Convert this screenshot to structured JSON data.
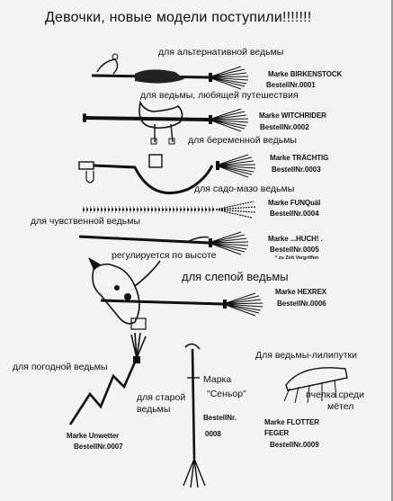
{
  "header": {
    "title": "Девочки, новые модели поступили!!!!!!!"
  },
  "items": [
    {
      "caption": "для альтернативной ведьмы",
      "brand": "Marke BIRKENSTOCK",
      "order": "BestellNr.0001"
    },
    {
      "caption": "для ведьмы, любящей путешествия",
      "brand": "Marke WITCHRIDER",
      "order": "BestellNr.0002"
    },
    {
      "caption": "для беременной ведьмы",
      "brand": "Marke TRÄCHTIG",
      "order": "BestellNr.0003"
    },
    {
      "caption": "для садо-мазо ведьмы",
      "brand": "Marke FUNQuäl",
      "order": "BestellNr.0004"
    },
    {
      "caption": "для чувственной ведьмы",
      "brand": "Marke ...HUCH! .",
      "order": "BestellNr.0005",
      "note": "* zu Zeit Vergriffen",
      "extra": "регулируется по высоте"
    },
    {
      "caption": "для слепой ведьмы",
      "brand": "Marke HEXREX",
      "order": "BestellNr.0006"
    },
    {
      "caption": "для погодной ведьмы",
      "brand": "Marke Unwetter",
      "order": "BestellNr.0007"
    },
    {
      "caption_line1": "для старой",
      "caption_line2": "ведьмы",
      "brand_line1": "Марка",
      "brand_line2": "\"Сеньор\"",
      "order_line1": "BestellNr.",
      "order_line2": "0008"
    },
    {
      "caption": "Для ведьмы-лилипутки",
      "caption2_line1": "пчелка среди",
      "caption2_line2": "мётел",
      "brand_line1": "Marke FLOTTER",
      "brand_line2": "FEGER",
      "order": "BestellNr.0009"
    }
  ]
}
